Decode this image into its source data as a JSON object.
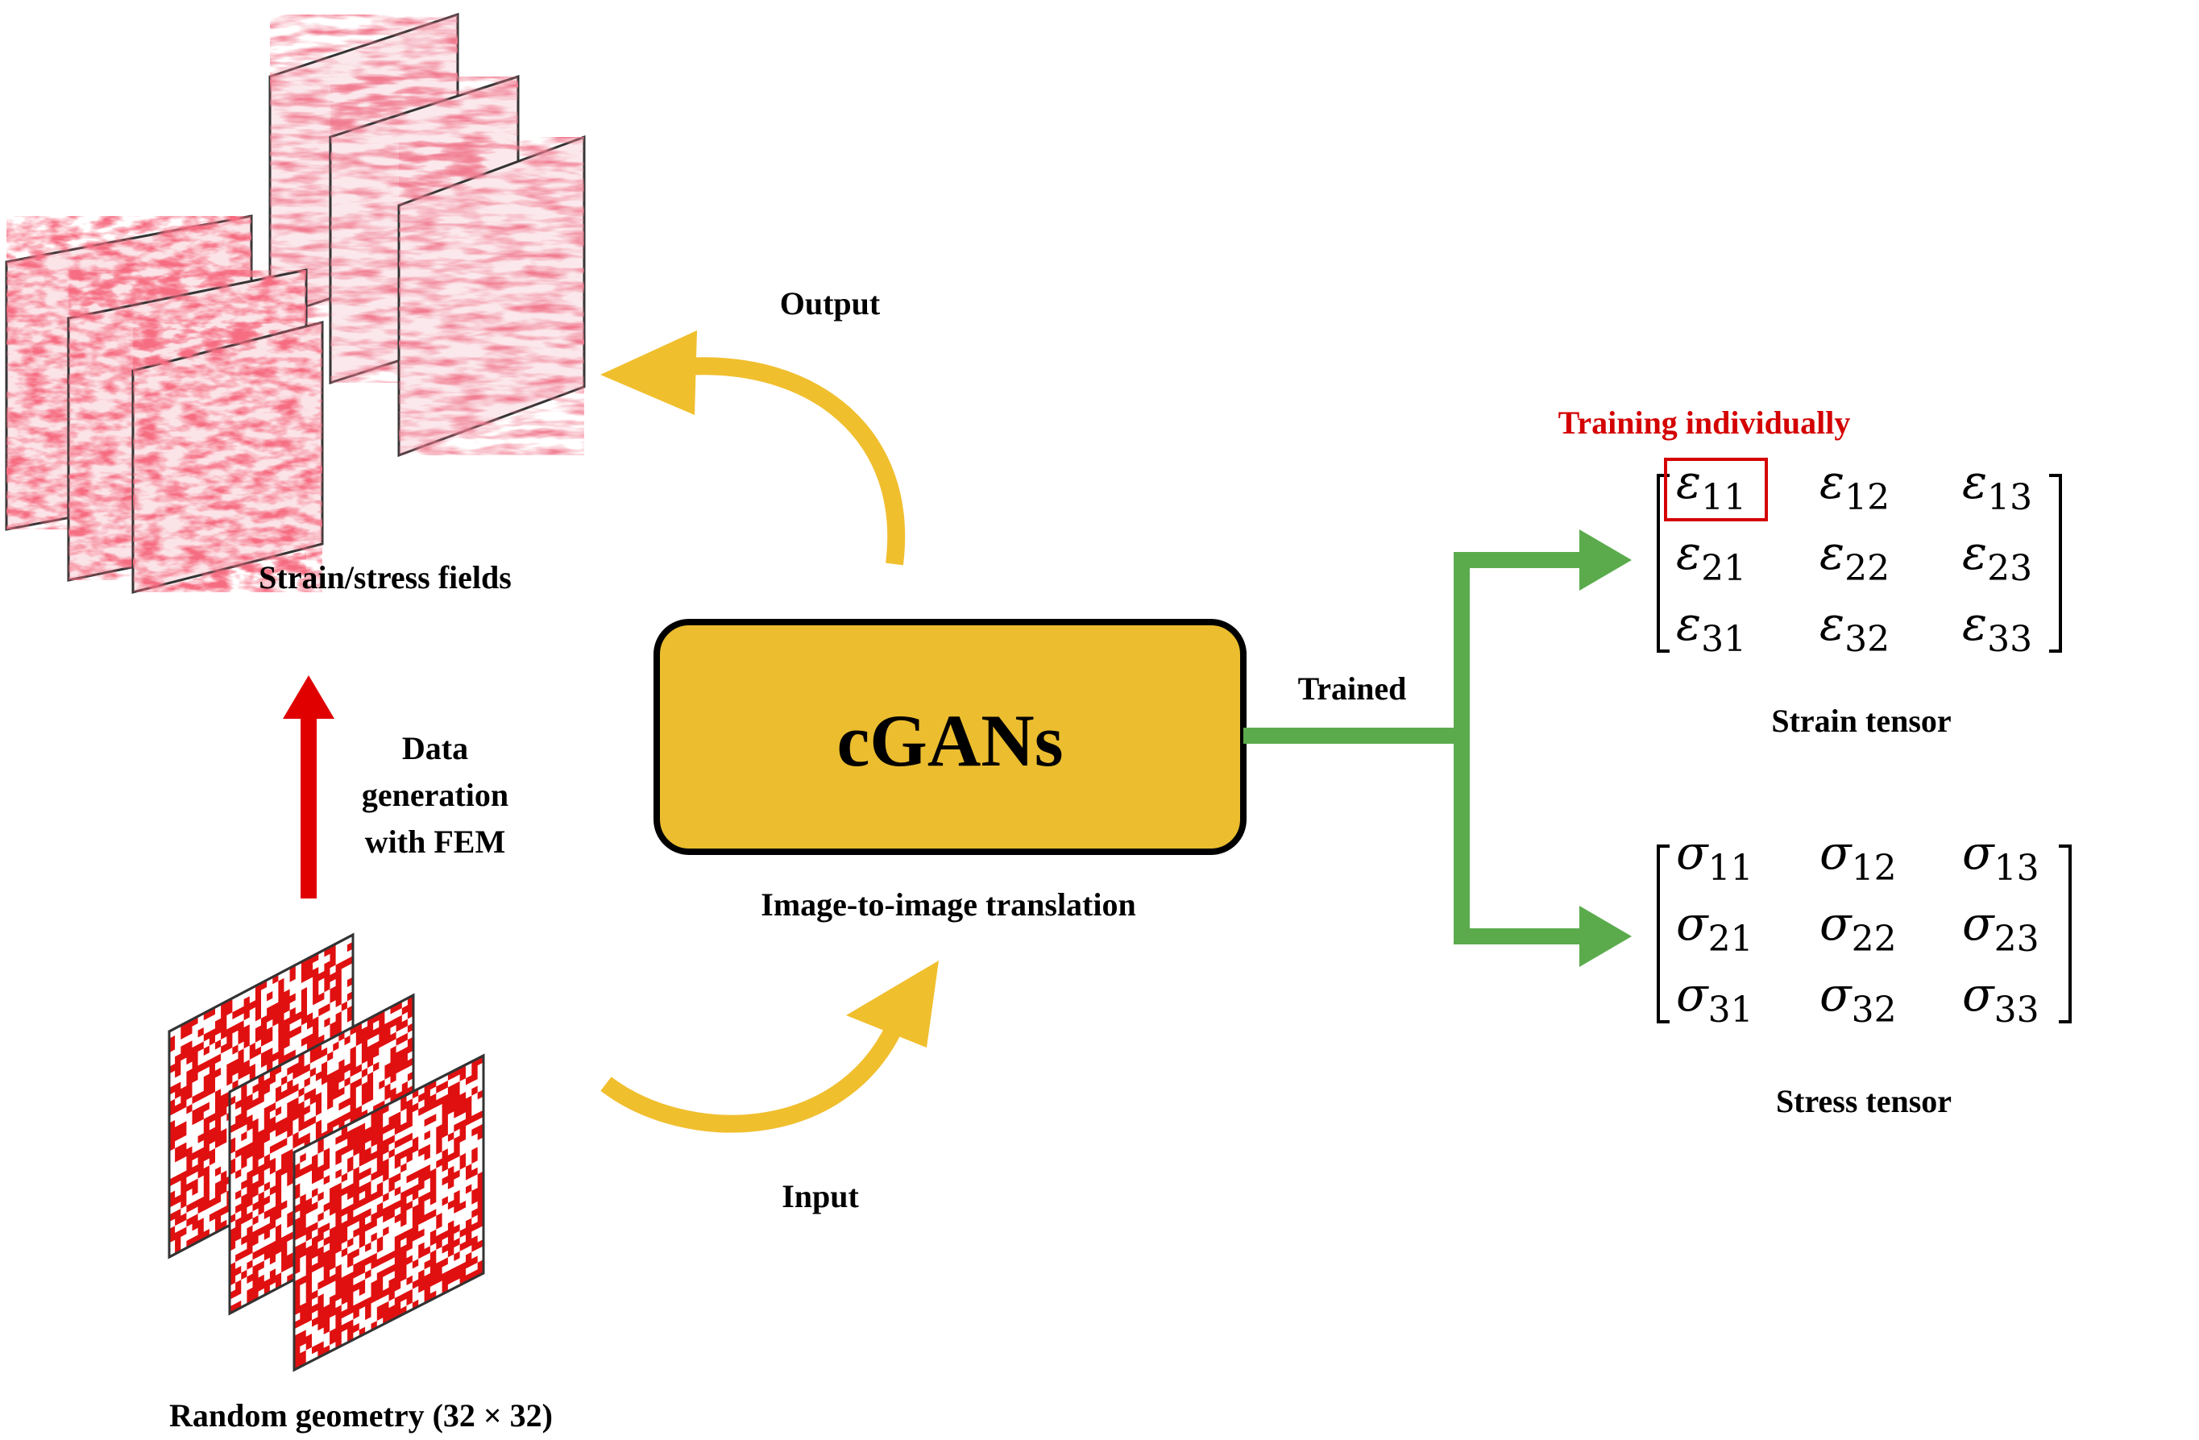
{
  "labels": {
    "strain_stress_fields": "Strain/stress fields",
    "random_geometry": "Random geometry (32 × 32)",
    "data_generation_line1": "Data",
    "data_generation_line2": "generation",
    "data_generation_line3": "with FEM",
    "output": "Output",
    "input": "Input",
    "cgans": "cGANs",
    "image_to_image": "Image-to-image translation",
    "trained": "Trained",
    "training_individually": "Training individually",
    "strain_tensor": "Strain tensor",
    "stress_tensor": "Stress tensor"
  },
  "strain_symbol": "ε",
  "stress_symbol": "σ",
  "strain_tensor_subscripts": [
    [
      "11",
      "12",
      "13"
    ],
    [
      "21",
      "22",
      "23"
    ],
    [
      "31",
      "32",
      "33"
    ]
  ],
  "stress_tensor_subscripts": [
    [
      "11",
      "12",
      "13"
    ],
    [
      "21",
      "22",
      "23"
    ],
    [
      "31",
      "32",
      "33"
    ]
  ],
  "colors": {
    "cgan_box_fill": "#ebbd2f",
    "curved_arrow": "#f0bf2e",
    "fem_arrow": "#e00000",
    "trained_arrow": "#5bab4d",
    "highlight_box": "#d40000",
    "red_label": "#d40000"
  }
}
